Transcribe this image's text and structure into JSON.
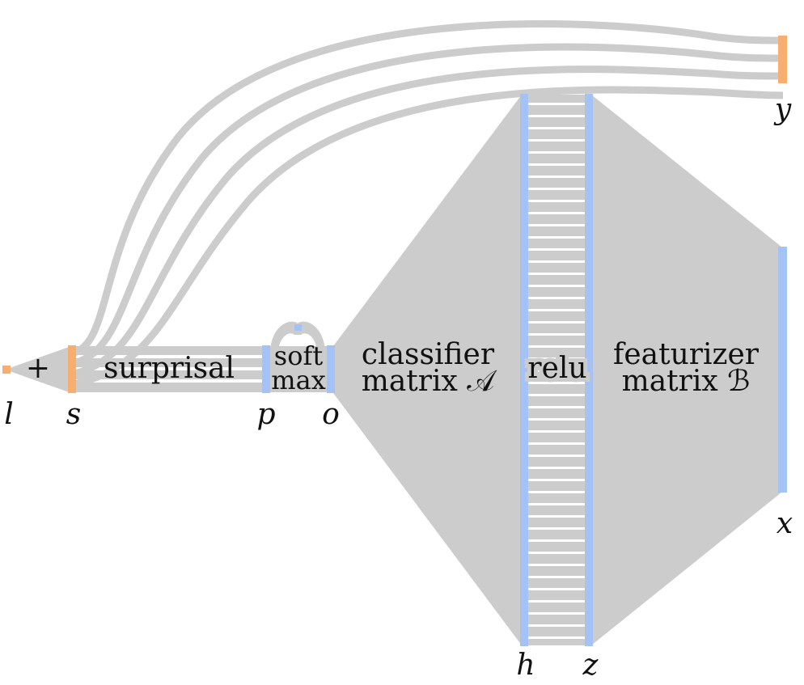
{
  "operations": {
    "plus": "+",
    "surprisal": "surprisal",
    "softmax_line1": "soft",
    "softmax_line2": "max",
    "classifier_line1": "classifier",
    "classifier_line2": "matrix 𝒜",
    "relu": "relu",
    "featurizer_line1": "featurizer",
    "featurizer_line2": "matrix ℬ"
  },
  "variables": {
    "l": "l",
    "s": "s",
    "p": "p",
    "o": "o",
    "h": "h",
    "z": "z",
    "x": "x",
    "y": "y"
  },
  "colors": {
    "flow": "#cccccc",
    "scalar_bar": "#f7ae6e",
    "vector_bar": "#a4c2f4"
  }
}
